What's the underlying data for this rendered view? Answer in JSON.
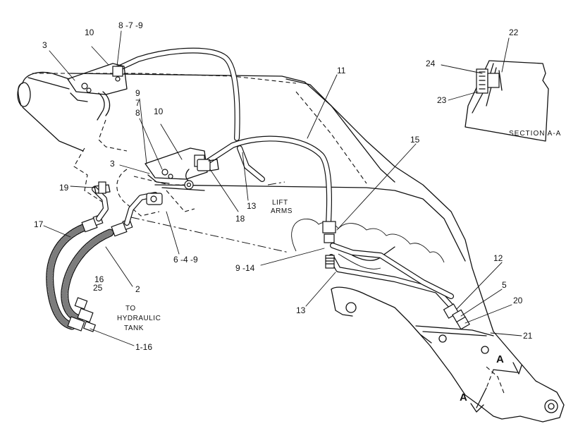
{
  "callouts": {
    "c_8_7_9_top": "8 -7 -9",
    "c_10_top": "10",
    "c_3_top": "3",
    "c_11": "11",
    "c_9": "9",
    "c_7": "7",
    "c_8": "8",
    "c_10_mid": "10",
    "c_3_mid": "3",
    "c_19": "19",
    "c_13_mid": "13",
    "c_18": "18",
    "c_15": "15",
    "c_17": "17",
    "c_6_4_9": "6 -4 -9",
    "c_9_14": "9 -14",
    "c_16": "16",
    "c_25": "25",
    "c_2": "2",
    "c_13_low": "13",
    "c_12": "12",
    "c_5": "5",
    "c_20": "20",
    "c_21": "21",
    "c_1_16": "1-16",
    "c_22": "22",
    "c_24": "24",
    "c_23": "23"
  },
  "captions": {
    "lift_arms_line1": "LIFT",
    "lift_arms_line2": "ARMS",
    "to_tank_line1": "TO",
    "to_tank_line2": "HYDRAULIC",
    "to_tank_line3": "TANK",
    "section_title": "SECTION  A-A"
  },
  "section_marks": {
    "upper": "A",
    "lower": "A"
  }
}
